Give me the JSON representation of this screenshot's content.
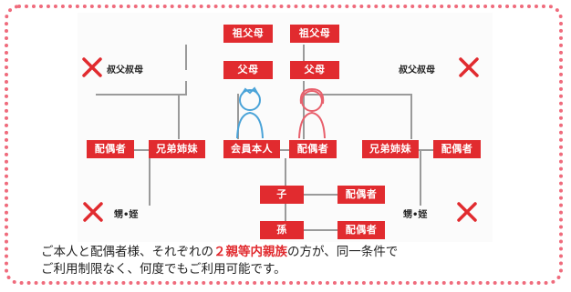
{
  "diagram": {
    "grandparents_left": "祖父母",
    "grandparents_right": "祖父母",
    "parents_left": "父母",
    "parents_right": "父母",
    "uncle_aunt_left": "叔父叔母",
    "uncle_aunt_right": "叔父叔母",
    "spouse_left": "配偶者",
    "siblings_left": "兄弟姉妹",
    "member": "会員本人",
    "spouse_member": "配偶者",
    "siblings_right": "兄弟姉妹",
    "spouse_right": "配偶者",
    "child": "子",
    "child_spouse": "配偶者",
    "grandchild": "孫",
    "grandchild_spouse": "配偶者",
    "nephew_left": "甥•姪",
    "nephew_right": "甥•姪"
  },
  "caption": {
    "part1": "ご本人と配偶者様、それぞれの",
    "highlight": "２親等内親族",
    "part2": "の方が、同一条件で",
    "line2": "ご利用制限なく、何度でもご利用可能です。"
  },
  "colors": {
    "box_red": "#e12b2f",
    "frame_pink": "#ef6b7c",
    "line_gray": "#9a9a9a"
  }
}
